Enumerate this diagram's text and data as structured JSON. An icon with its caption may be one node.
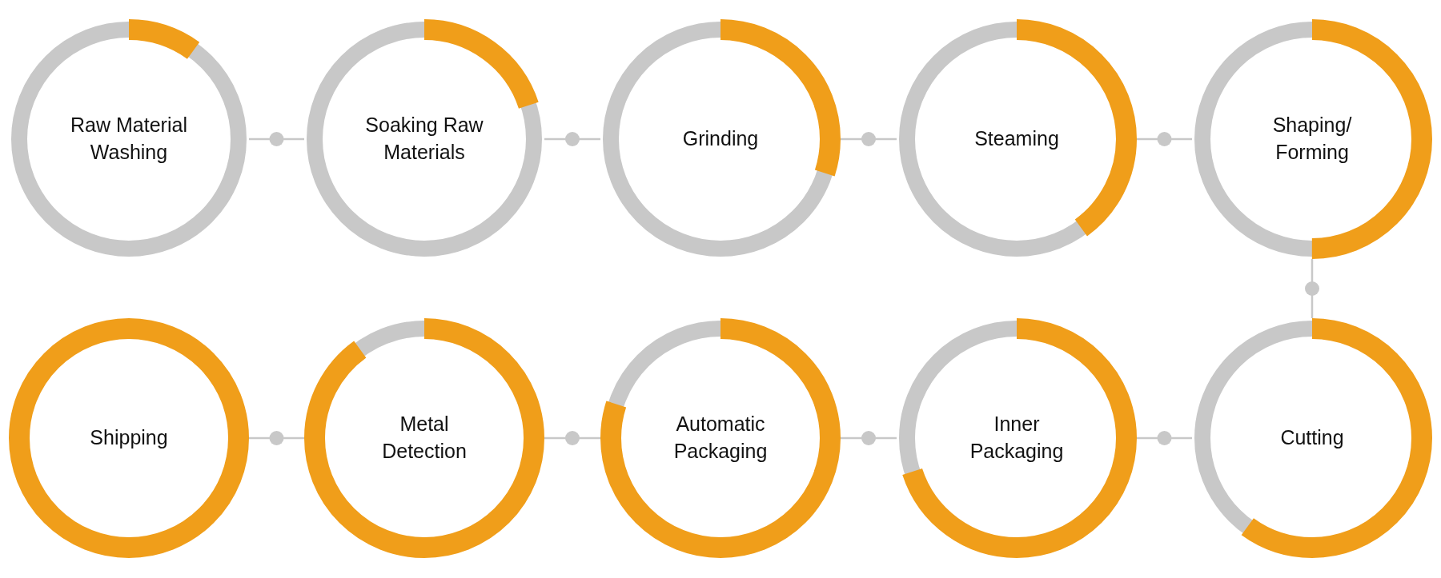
{
  "diagram": {
    "nodes": [
      {
        "text": [
          "Raw Material Washing"
        ]
      },
      {
        "text": [
          "Soaking Raw Materials"
        ]
      },
      {
        "text": [
          "Grinding"
        ]
      },
      {
        "text": [
          "Steaming"
        ]
      },
      {
        "text": [
          "Shaping/ Forming"
        ]
      },
      {
        "text": [
          "Cutting"
        ]
      },
      {
        "text": [
          "Inner Packaging"
        ]
      },
      {
        "text": [
          "Automatic Packaging"
        ]
      },
      {
        "text": [
          "Metal Detection"
        ]
      },
      {
        "text": [
          "Shipping"
        ]
      }
    ],
    "edges": [
      {
        "from": 0,
        "to": 1,
        "arrow": "none"
      },
      {
        "from": 1,
        "to": 2,
        "arrow": "none"
      },
      {
        "from": 2,
        "to": 3,
        "arrow": "none"
      },
      {
        "from": 3,
        "to": 4,
        "arrow": "none"
      },
      {
        "from": 4,
        "to": 5,
        "arrow": "none"
      },
      {
        "from": 5,
        "to": 6,
        "arrow": "none"
      },
      {
        "from": 6,
        "to": 7,
        "arrow": "none"
      },
      {
        "from": 7,
        "to": 8,
        "arrow": "none"
      },
      {
        "from": 8,
        "to": 9,
        "arrow": "none"
      }
    ]
  }
}
